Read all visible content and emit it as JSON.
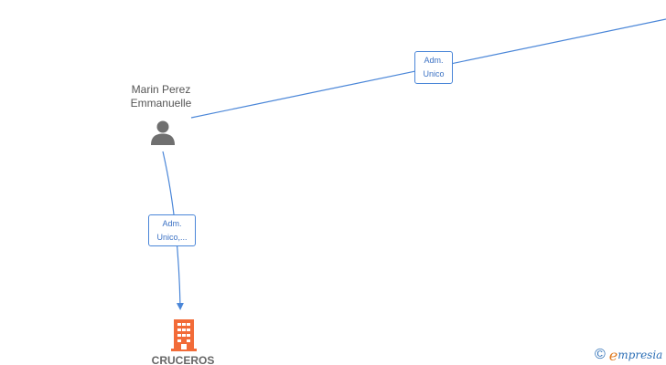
{
  "nodes": {
    "person": {
      "name_line1": "Marin Perez",
      "name_line2": "Emmanuelle",
      "icon": "person-icon"
    },
    "company": {
      "name": "CRUCEROS",
      "icon": "building-icon"
    }
  },
  "edges": [
    {
      "label_line1": "Adm.",
      "label_line2": "Unico"
    },
    {
      "label_line1": "Adm.",
      "label_line2": "Unico,..."
    }
  ],
  "branding": {
    "copyright_symbol": "©",
    "logo_initial": "e",
    "logo_rest": "mpresia"
  },
  "colors": {
    "edge": "#4a86d8",
    "person_icon": "#6f6f6f",
    "building_icon": "#f26b38",
    "brand_blue": "#2a6db5",
    "brand_orange": "#e07a1f"
  }
}
